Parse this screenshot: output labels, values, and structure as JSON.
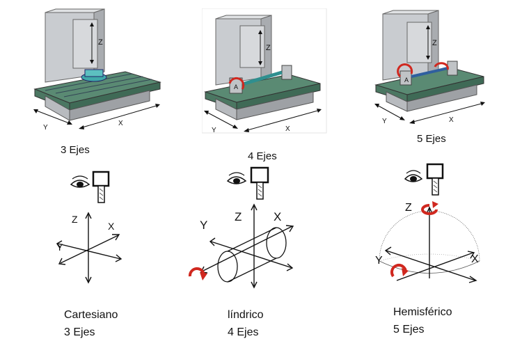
{
  "machines": [
    {
      "label": "3 Ejes",
      "axis_z": "Z",
      "axis_x": "X",
      "axis_y": "Y",
      "extra": ""
    },
    {
      "label": "4 Ejes",
      "axis_z": "Z",
      "axis_x": "X",
      "axis_y": "Y",
      "extra": "A"
    },
    {
      "label": "5 Ejes",
      "axis_z": "Z",
      "axis_x": "X",
      "axis_y": "Y",
      "extra": "A"
    }
  ],
  "coordinate_systems": [
    {
      "name": "Cartesiano",
      "axes": "3 Ejes",
      "z": "Z",
      "x": "X",
      "y": "Y"
    },
    {
      "name": "líndrico",
      "axes": "4 Ejes",
      "z": "Z",
      "x": "X",
      "y": "Y"
    },
    {
      "name": "Hemisférico",
      "axes": "5 Ejes",
      "z": "Z",
      "x": "X",
      "y": "Y"
    }
  ],
  "colors": {
    "machine_gray": "#c9ccd0",
    "table_green": "#5a8a73",
    "accent_red": "#d0281f",
    "part_teal": "#3fa9a9"
  }
}
